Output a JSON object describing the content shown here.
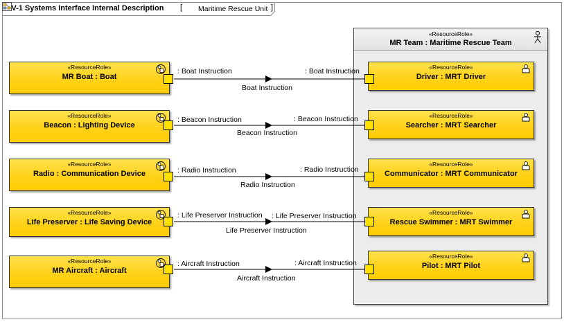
{
  "header": {
    "title": "SV-1 Systems Interface Internal Description",
    "bracket_open": "[",
    "context_icon": "block-diagram-icon",
    "context": "Maritime Rescue Unit",
    "bracket_close": "]"
  },
  "team": {
    "stereotype": "«ResourceRole»",
    "name": "MR Team : Maritime Rescue Team",
    "icon": "actor-icon"
  },
  "rows": [
    {
      "source": {
        "stereotype": "«ResourceRole»",
        "name": "MR Boat : Boat"
      },
      "target": {
        "stereotype": "«ResourceRole»",
        "name": "Driver : MRT Driver"
      },
      "source_port_label": ": Boat Instruction",
      "target_port_label": ": Boat Instruction",
      "connector_label": "Boat Instruction"
    },
    {
      "source": {
        "stereotype": "«ResourceRole»",
        "name": "Beacon : Lighting Device"
      },
      "target": {
        "stereotype": "«ResourceRole»",
        "name": "Searcher : MRT Searcher"
      },
      "source_port_label": ": Beacon Instruction",
      "target_port_label": ": Beacon Instruction",
      "connector_label": "Beacon Instruction"
    },
    {
      "source": {
        "stereotype": "«ResourceRole»",
        "name": "Radio : Communication Device"
      },
      "target": {
        "stereotype": "«ResourceRole»",
        "name": "Communicator : MRT Communicator"
      },
      "source_port_label": ": Radio Instruction",
      "target_port_label": ": Radio Instruction",
      "connector_label": "Radio Instruction"
    },
    {
      "source": {
        "stereotype": "«ResourceRole»",
        "name": "Life Preserver : Life Saving Device"
      },
      "target": {
        "stereotype": "«ResourceRole»",
        "name": "Rescue Swimmer : MRT Swimmer"
      },
      "source_port_label": ": Life Preserver Instruction",
      "target_port_label": ": Life Preserver Instruction",
      "connector_label": "Life Preserver Instruction"
    },
    {
      "source": {
        "stereotype": "«ResourceRole»",
        "name": "MR Aircraft : Aircraft"
      },
      "target": {
        "stereotype": "«ResourceRole»",
        "name": "Pilot : MRT Pilot"
      },
      "source_port_label": ": Aircraft Instruction",
      "target_port_label": ": Aircraft Instruction",
      "connector_label": "Aircraft Instruction"
    }
  ],
  "colors": {
    "part_fill": "#ffd21a",
    "port_fill": "#ffe100",
    "team_fill": "#ececec",
    "line": "#000000"
  }
}
